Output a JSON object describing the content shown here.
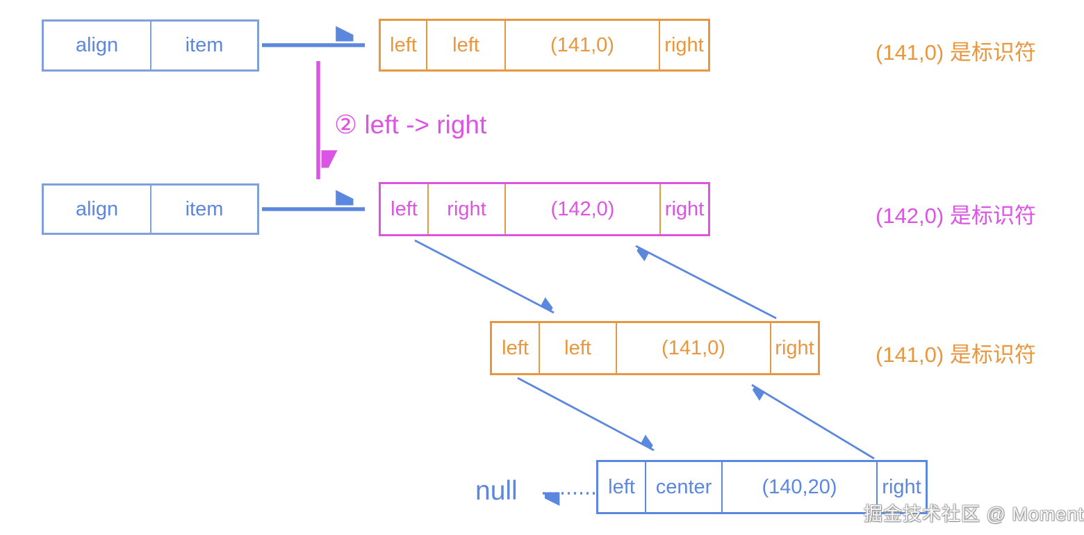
{
  "colors": {
    "blue": "#5B87DE",
    "blue_light": "#7FA0D8",
    "orange": "#E8973E",
    "magenta": "#DB54E4"
  },
  "boxes": {
    "align_item_1": {
      "cells": [
        "align",
        "item"
      ]
    },
    "align_item_2": {
      "cells": [
        "align",
        "item"
      ]
    },
    "node_141_top": {
      "cells": [
        "left",
        "left",
        "(141,0)",
        "right"
      ]
    },
    "node_142": {
      "cells": [
        "left",
        "right",
        "(142,0)",
        "right"
      ]
    },
    "node_141_mid": {
      "cells": [
        "left",
        "left",
        "(141,0)",
        "right"
      ]
    },
    "node_140_20": {
      "cells": [
        "left",
        "center",
        "(140,20)",
        "right"
      ]
    }
  },
  "labels": {
    "step": "② left -> right",
    "note_141_top": "(141,0) 是标识符",
    "note_142": "(142,0) 是标识符",
    "note_141_mid": "(141,0) 是标识符",
    "null_label": "null",
    "watermark": "掘金技术社区 @ Moment"
  }
}
